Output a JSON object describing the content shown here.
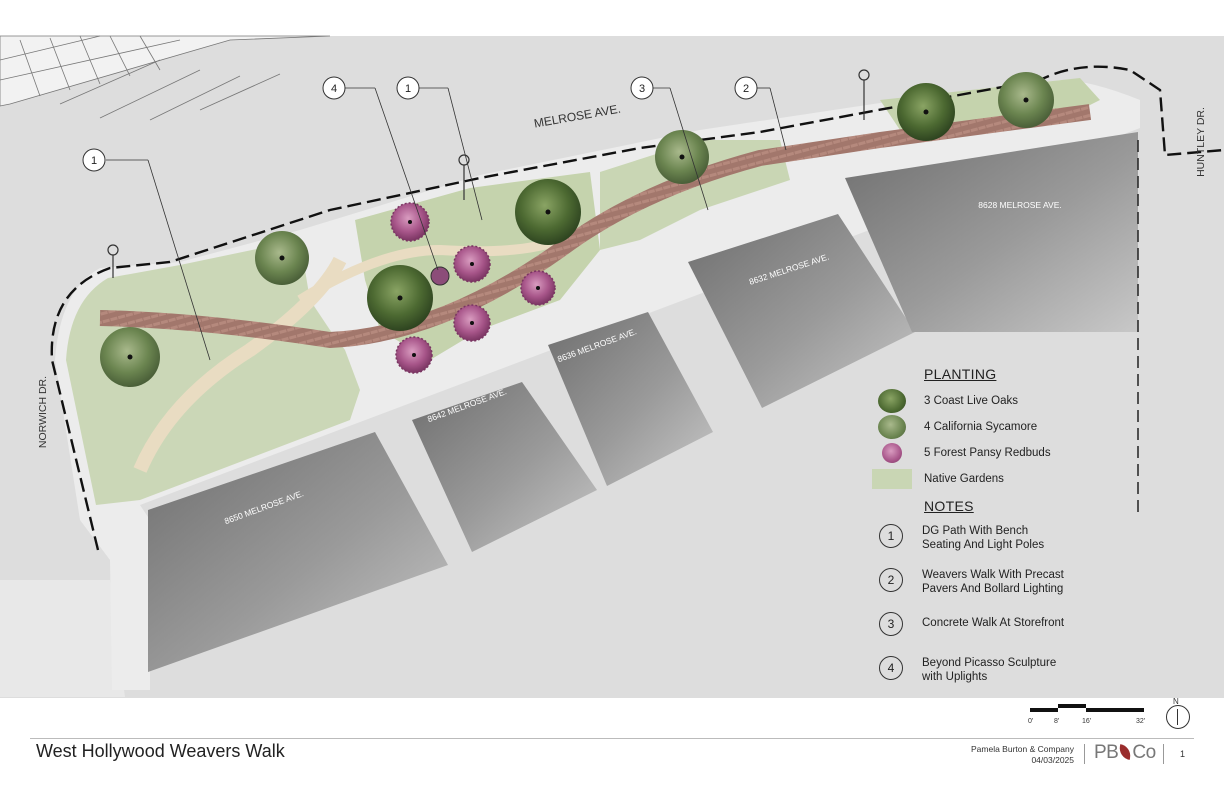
{
  "title": "West Hollywood Weavers Walk",
  "firm": {
    "name": "Pamela Burton & Company",
    "date": "04/03/2025",
    "logo_left": "PB",
    "logo_right": "Co"
  },
  "page_number": "1",
  "streets": {
    "melrose": "MELROSE   AVE.",
    "norwich": "NORWICH DR.",
    "huntley": "HUNTLEY DR."
  },
  "buildings": [
    "8628 MELROSE AVE.",
    "8632 MELROSE AVE.",
    "8636 MELROSE AVE.",
    "8642 MELROSE AVE.",
    "8650 MELROSE AVE."
  ],
  "callouts": [
    "1",
    "4",
    "1",
    "3",
    "2"
  ],
  "legend": {
    "planting_heading": "PLANTING",
    "planting": [
      {
        "label": "3 Coast Live Oaks",
        "icon": "oak-tree-icon"
      },
      {
        "label": "4 California Sycamore",
        "icon": "sycamore-tree-icon"
      },
      {
        "label": "5 Forest Pansy Redbuds",
        "icon": "redbud-tree-icon"
      },
      {
        "label": "Native Gardens",
        "icon": "native-garden-swatch"
      }
    ],
    "notes_heading": "NOTES",
    "notes": [
      {
        "num": "1",
        "text": "DG Path With Bench\nSeating And Light Poles"
      },
      {
        "num": "2",
        "text": "Weavers Walk With Precast\nPavers And Bollard Lighting"
      },
      {
        "num": "3",
        "text": "Concrete Walk At Storefront"
      },
      {
        "num": "4",
        "text": "Beyond Picasso Sculpture\nwith Uplights"
      }
    ]
  },
  "scale_bar": {
    "labels": [
      "0'",
      "8'",
      "16'",
      "32'"
    ]
  },
  "north_label": "N",
  "colors": {
    "garden": "#c9d6b4",
    "paver": "#9c6f66",
    "oak": "#3f5a2a",
    "redbud": "#a0507c",
    "building": "#8c8c8c",
    "street": "#dcdcdc"
  }
}
